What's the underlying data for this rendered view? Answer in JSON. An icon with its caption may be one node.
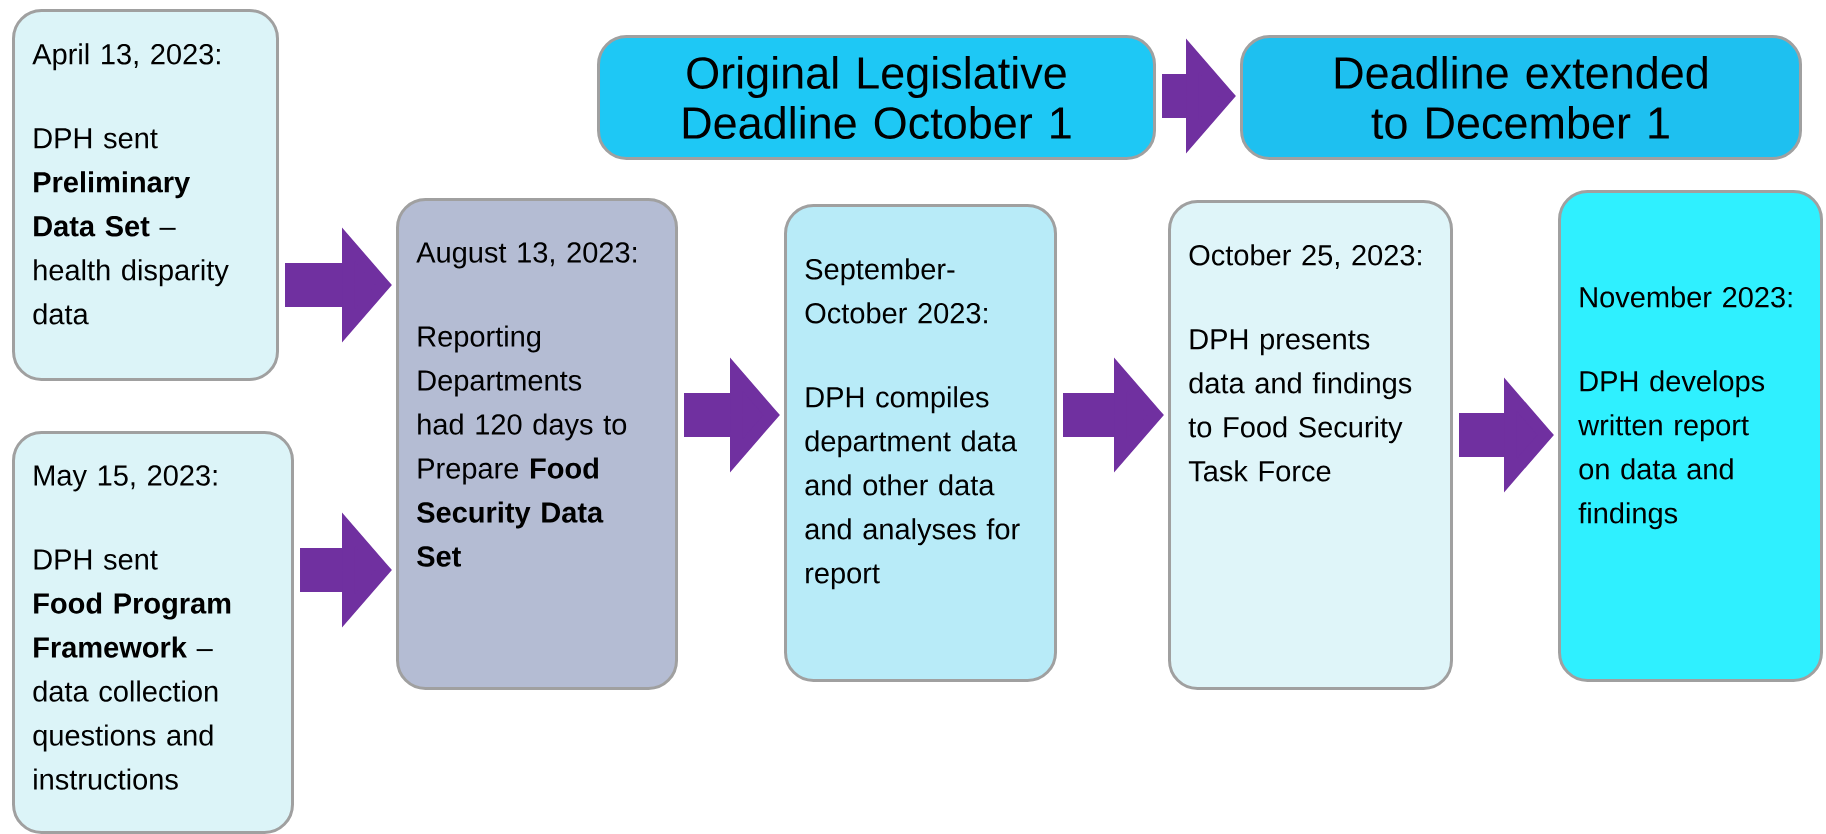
{
  "diagram": {
    "nodes": [
      {
        "text": [
          "April 13, 2023:",
          "DPH sent **Preliminary Data Set** – health disparity data"
        ]
      },
      {
        "text": [
          "May 15, 2023:",
          "DPH sent **Food Program Framework** – data collection questions and instructions"
        ]
      },
      {
        "text": [
          "August 13, 2023:",
          "Reporting Departments had 120 days to Prepare **Food Security Data Set**"
        ]
      },
      {
        "text": [
          "September-October 2023:",
          "DPH compiles department data and other data and analyses for report"
        ]
      },
      {
        "text": [
          "October 25, 2023:",
          "DPH presents data and findings to Food Security Task Force"
        ]
      },
      {
        "text": [
          "November 2023:",
          "DPH develops written report on data and findings"
        ]
      },
      {
        "text": [
          "Original Legislative Deadline October 1"
        ]
      },
      {
        "text": [
          "Deadline extended to December 1"
        ]
      }
    ],
    "edges": [
      {
        "from": 0,
        "to": 2,
        "arrow": "to"
      },
      {
        "from": 1,
        "to": 2,
        "arrow": "to"
      },
      {
        "from": 2,
        "to": 3,
        "arrow": "to"
      },
      {
        "from": 3,
        "to": 4,
        "arrow": "to"
      },
      {
        "from": 4,
        "to": 5,
        "arrow": "to"
      },
      {
        "from": 6,
        "to": 7,
        "arrow": "to"
      }
    ]
  }
}
